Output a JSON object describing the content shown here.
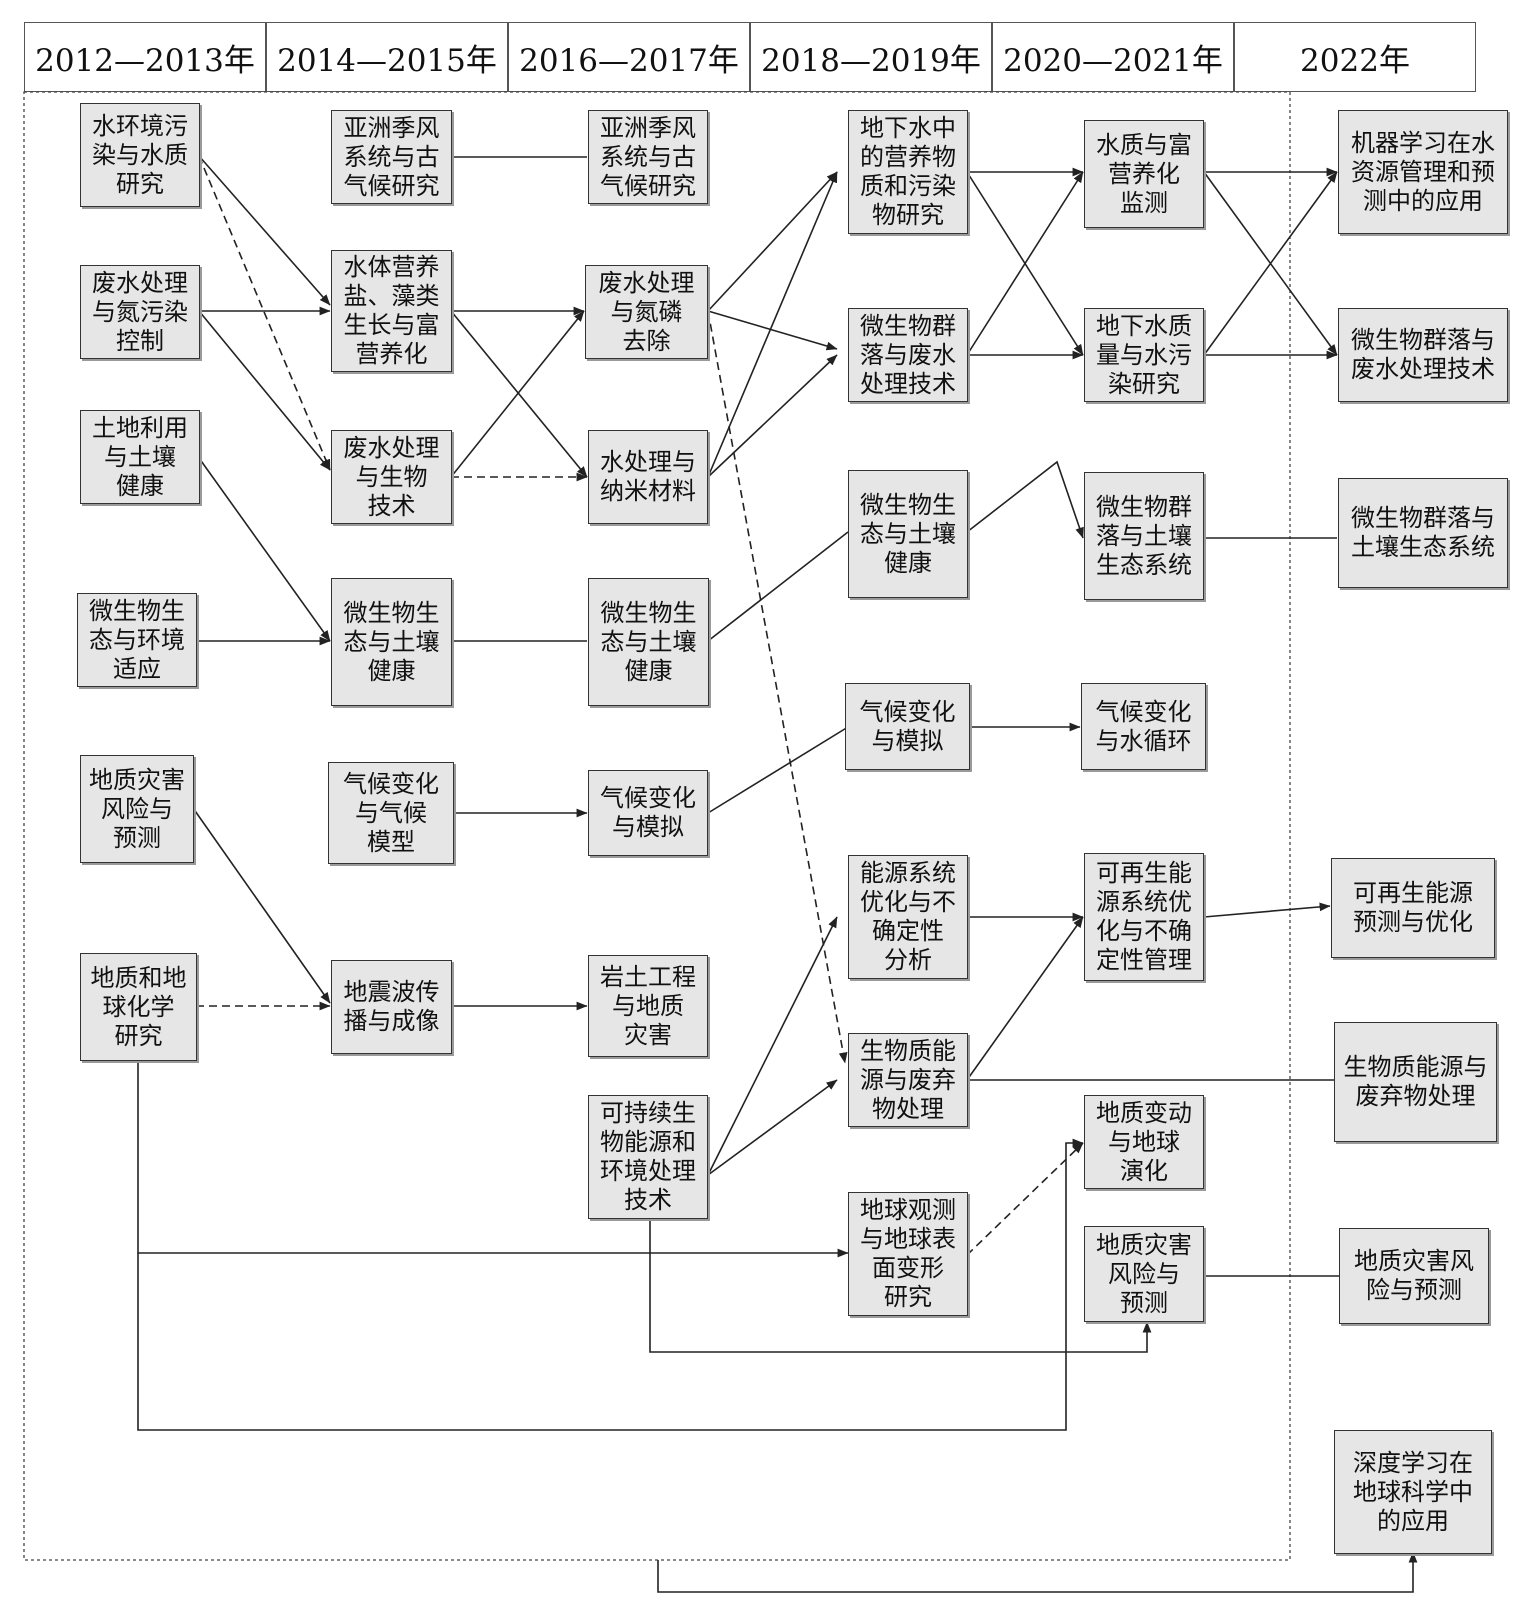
{
  "periods": [
    "2012—2013年",
    "2014—2015年",
    "2016—2017年",
    "2018—2019年",
    "2020—2021年",
    "2022年"
  ],
  "nodes": {
    "a1": "水环境污\n染与水质\n研究",
    "a2": "废水处理\n与氮污染\n控制",
    "a3": "土地利用\n与土壤\n健康",
    "a4": "微生物生\n态与环境\n适应",
    "a5": "地质灾害\n风险与\n预测",
    "a6": "地质和地\n球化学\n研究",
    "b1": "亚洲季风\n系统与古\n气候研究",
    "b2": "水体营养\n盐、藻类\n生长与富\n营养化",
    "b3": "废水处理\n与生物\n技术",
    "b4": "微生物生\n态与土壤\n健康",
    "b5": "气候变化\n与气候\n模型",
    "b6": "地震波传\n播与成像",
    "c1": "亚洲季风\n系统与古\n气候研究",
    "c2": "废水处理\n与氮磷\n去除",
    "c3": "水处理与\n纳米材料",
    "c4": "微生物生\n态与土壤\n健康",
    "c5": "气候变化\n与模拟",
    "c6": "岩土工程\n与地质\n灾害",
    "c7": "可持续生\n物能源和\n环境处理\n技术",
    "d1": "地下水中\n的营养物\n质和污染\n物研究",
    "d2": "微生物群\n落与废水\n处理技术",
    "d3": "微生物生\n态与土壤\n健康",
    "d4": "气候变化\n与模拟",
    "d5": "能源系统\n优化与不\n确定性\n分析",
    "d6": "生物质能\n源与废弃\n物处理",
    "d7": "地球观测\n与地球表\n面变形\n研究",
    "e1": "水质与富\n营养化\n监测",
    "e2": "地下水质\n量与水污\n染研究",
    "e3": "微生物群\n落与土壤\n生态系统",
    "e4": "气候变化\n与水循环",
    "e5": "可再生能\n源系统优\n化与不确\n定性管理",
    "e6": "地质变动\n与地球\n演化",
    "e7": "地质灾害\n风险与\n预测",
    "f1": "机器学习在水\n资源管理和预\n测中的应用",
    "f2": "微生物群落与\n废水处理技术",
    "f3": "微生物群落与\n土壤生态系统",
    "f4": "可再生能源\n预测与优化",
    "f5": "生物质能源与\n废弃物处理",
    "f6": "地质灾害风\n险与预测",
    "f7": "深度学习在\n地球科学中\n的应用"
  },
  "legend": {
    "solid_line": "",
    "dashed_line": ""
  }
}
